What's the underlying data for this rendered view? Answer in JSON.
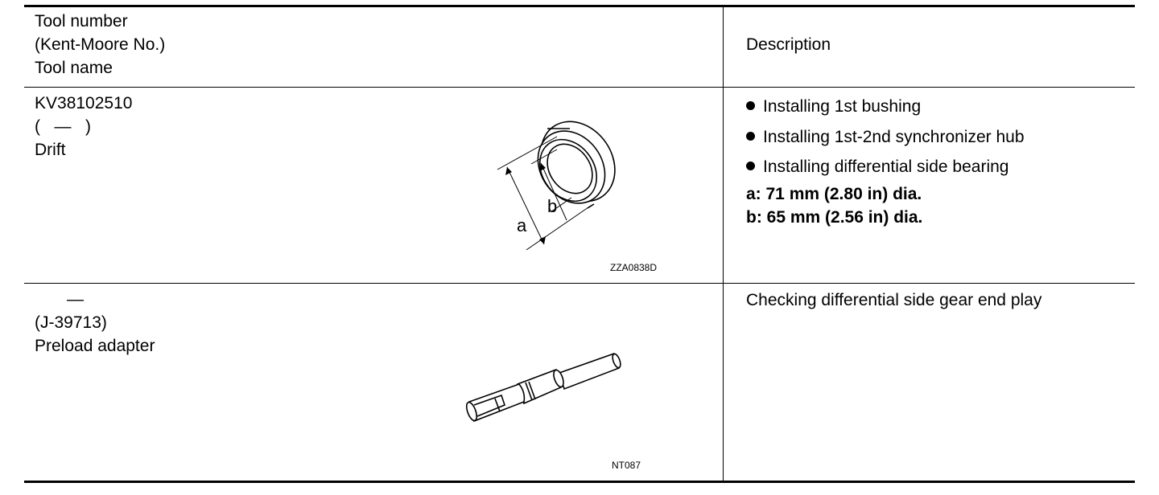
{
  "header": {
    "tool_col_line1": "Tool number",
    "tool_col_line2": "(Kent-Moore No.)",
    "tool_col_line3": "Tool name",
    "description_col": "Description"
  },
  "rows": [
    {
      "tool_number": "KV38102510",
      "kent_moore": "(   —   )",
      "tool_name": "Drift",
      "figure_code": "ZZA0838D",
      "figure_labels": {
        "a": "a",
        "b": "b"
      },
      "bullets": [
        "Installing 1st bushing",
        "Installing 1st-2nd synchronizer hub",
        "Installing differential side bearing"
      ],
      "dims": [
        "a: 71 mm (2.80 in) dia.",
        "b: 65 mm (2.56 in) dia."
      ]
    },
    {
      "tool_number": "—",
      "kent_moore": "(J-39713)",
      "tool_name": "Preload adapter",
      "figure_code": "NT087",
      "description": "Checking differential side gear end play"
    }
  ]
}
